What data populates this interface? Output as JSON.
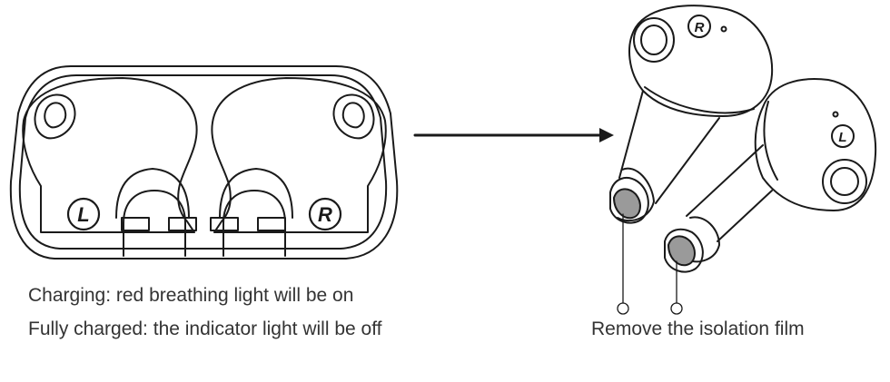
{
  "case": {
    "left_mark": "L",
    "right_mark": "R"
  },
  "earbuds": {
    "right_mark": "R",
    "left_mark": "L"
  },
  "captions": {
    "charging": "Charging: red breathing light will be on",
    "fully_charged": "Fully charged: the indicator light will be off",
    "remove_film": "Remove the isolation film"
  },
  "colors": {
    "line": "#1a1a1a",
    "text": "#333333",
    "contact": "#9a9a9a"
  }
}
